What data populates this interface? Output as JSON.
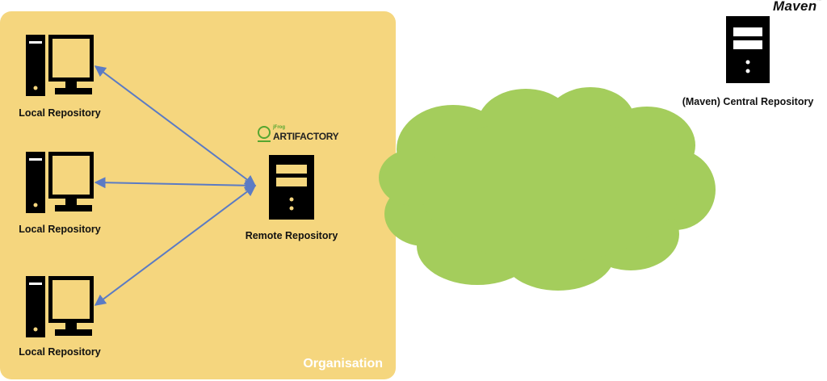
{
  "organisation": {
    "label": "Organisation",
    "fill": "#f5d67e"
  },
  "local_repositories": [
    {
      "label": "Local Repository"
    },
    {
      "label": "Local Repository"
    },
    {
      "label": "Local Repository"
    }
  ],
  "remote_repository": {
    "label": "Remote Repository"
  },
  "artifactory_logo": {
    "brand": "jFrog",
    "product": "ARTIFACTORY"
  },
  "central_repository": {
    "label": "(Maven) Central Repository"
  },
  "maven_logo": {
    "text": "Maven"
  },
  "cloud": {
    "fill": "#a4cd5c"
  },
  "arrow_color": "#5b7bc4"
}
